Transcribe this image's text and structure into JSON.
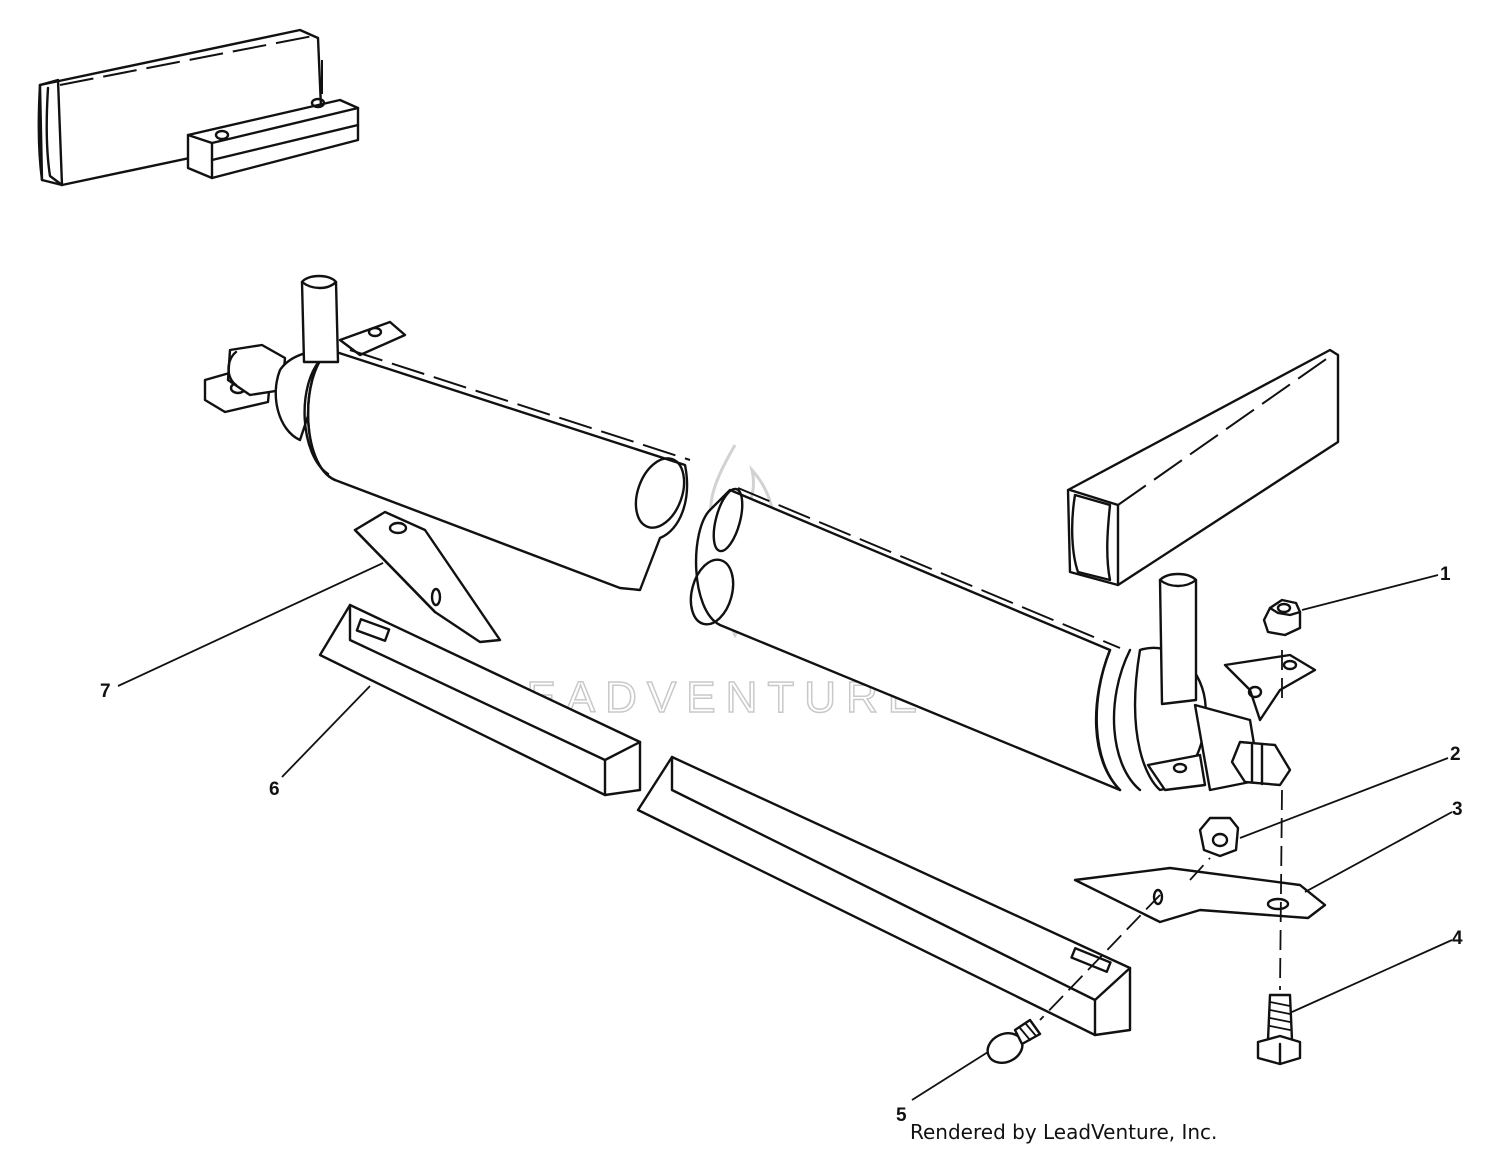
{
  "callouts": [
    {
      "id": "1",
      "label": "1"
    },
    {
      "id": "2",
      "label": "2"
    },
    {
      "id": "3",
      "label": "3"
    },
    {
      "id": "4",
      "label": "4"
    },
    {
      "id": "5",
      "label": "5"
    },
    {
      "id": "6",
      "label": "6"
    },
    {
      "id": "7",
      "label": "7"
    }
  ],
  "watermark": {
    "text": "LEADVENTURE"
  },
  "footer": {
    "credit": "Rendered by LeadVenture, Inc."
  }
}
